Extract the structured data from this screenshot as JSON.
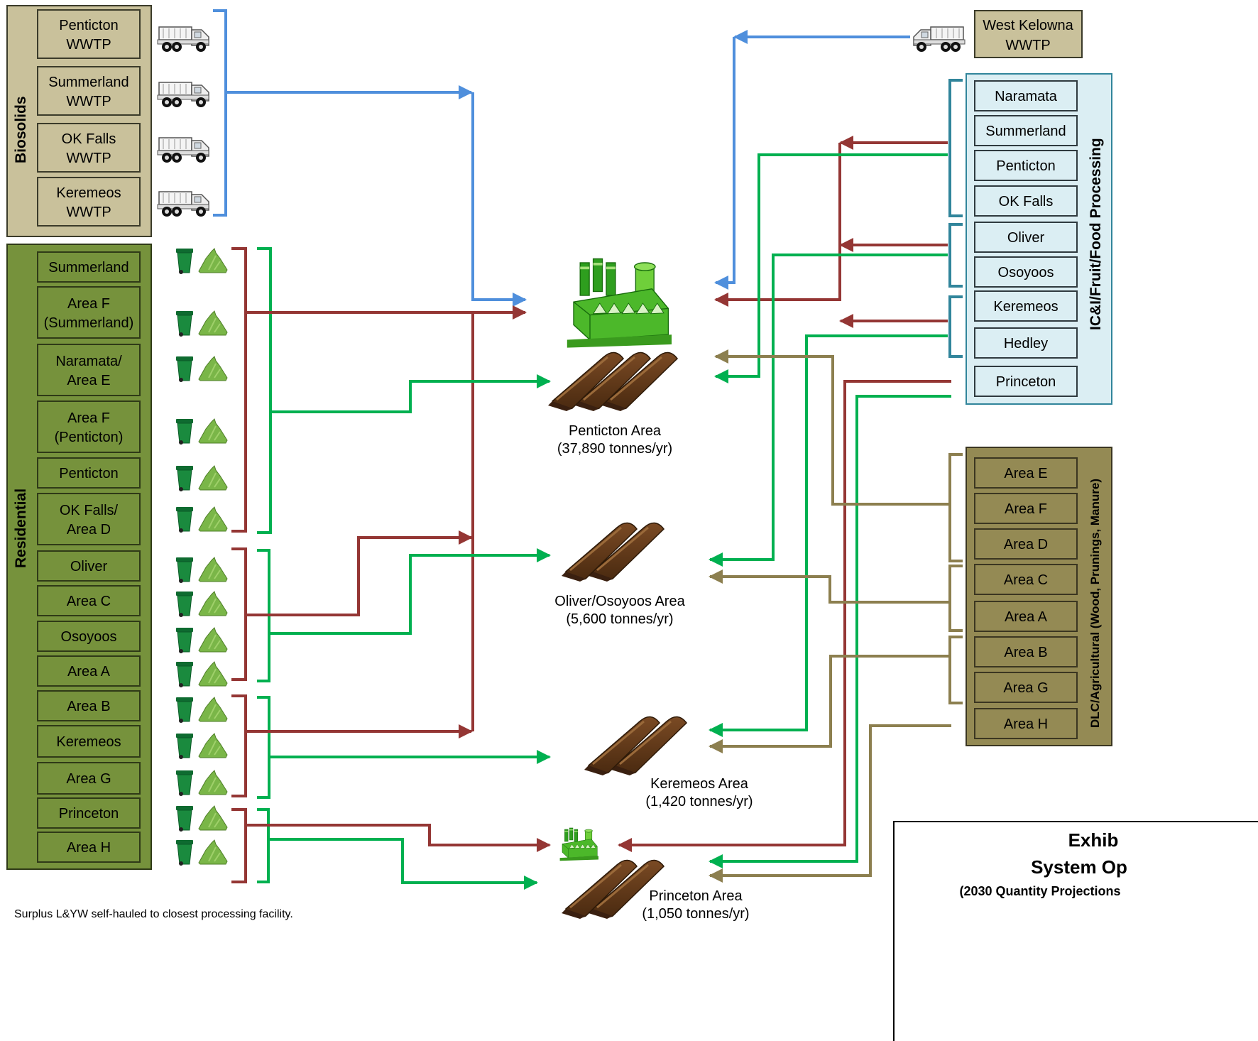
{
  "biosolids": {
    "label": "Biosolids",
    "sources": [
      {
        "line1": "Penticton",
        "line2": "WWTP"
      },
      {
        "line1": "Summerland",
        "line2": "WWTP"
      },
      {
        "line1": "OK Falls",
        "line2": "WWTP"
      },
      {
        "line1": "Keremeos",
        "line2": "WWTP"
      }
    ]
  },
  "west_kelowna": {
    "line1": "West Kelowna",
    "line2": "WWTP"
  },
  "residential": {
    "label": "Residential",
    "sources": [
      {
        "line1": "Summerland",
        "line2": ""
      },
      {
        "line1": "Area F",
        "line2": "(Summerland)"
      },
      {
        "line1": "Naramata/",
        "line2": "Area E"
      },
      {
        "line1": "Area F",
        "line2": "(Penticton)"
      },
      {
        "line1": "Penticton",
        "line2": ""
      },
      {
        "line1": "OK Falls/",
        "line2": "Area D"
      },
      {
        "line1": "Oliver",
        "line2": ""
      },
      {
        "line1": "Area C",
        "line2": ""
      },
      {
        "line1": "Osoyoos",
        "line2": ""
      },
      {
        "line1": "Area A",
        "line2": ""
      },
      {
        "line1": "Area B",
        "line2": ""
      },
      {
        "line1": "Keremeos",
        "line2": ""
      },
      {
        "line1": "Area G",
        "line2": ""
      },
      {
        "line1": "Princeton",
        "line2": ""
      },
      {
        "line1": "Area H",
        "line2": ""
      }
    ]
  },
  "ici": {
    "label": "IC&I/Fruit/Food Processing",
    "sources": [
      "Naramata",
      "Summerland",
      "Penticton",
      "OK Falls",
      "Oliver",
      "Osoyoos",
      "Keremeos",
      "Hedley",
      "Princeton"
    ]
  },
  "dlc": {
    "label": "DLC/Agricultural (Wood, Prunings, Manure)",
    "sources": [
      "Area E",
      "Area F",
      "Area D",
      "Area C",
      "Area A",
      "Area B",
      "Area G",
      "Area H"
    ]
  },
  "facilities": [
    {
      "name": "Penticton Area",
      "quantity": "(37,890 tonnes/yr)"
    },
    {
      "name": "Oliver/Osoyoos Area",
      "quantity": "(5,600 tonnes/yr)"
    },
    {
      "name": "Keremeos Area",
      "quantity": "(1,420 tonnes/yr)"
    },
    {
      "name": "Princeton Area",
      "quantity": "(1,050 tonnes/yr)"
    }
  ],
  "note": "Surplus L&YW self-hauled to closest processing facility.",
  "exhibit": {
    "title": "Exhib",
    "subtitle": "System Op",
    "projection": "(2030 Quantity Projections"
  },
  "colors": {
    "biosolids_panel": "#c9c19b",
    "residential_panel": "#76923c",
    "ici_panel": "#dbeef3",
    "dlc_panel": "#948a54",
    "blue_flow": "#4f8fdc",
    "red_flow": "#943634",
    "green_flow": "#00b050",
    "olive_flow": "#8c7f4f",
    "teal_bracket": "#31859b"
  },
  "icons": {
    "truck": "dump-truck-icon",
    "cart": "green-cart-icon",
    "bag": "yard-waste-bag-icon",
    "factory": "factory-icon",
    "windrow": "compost-windrow-icon"
  }
}
